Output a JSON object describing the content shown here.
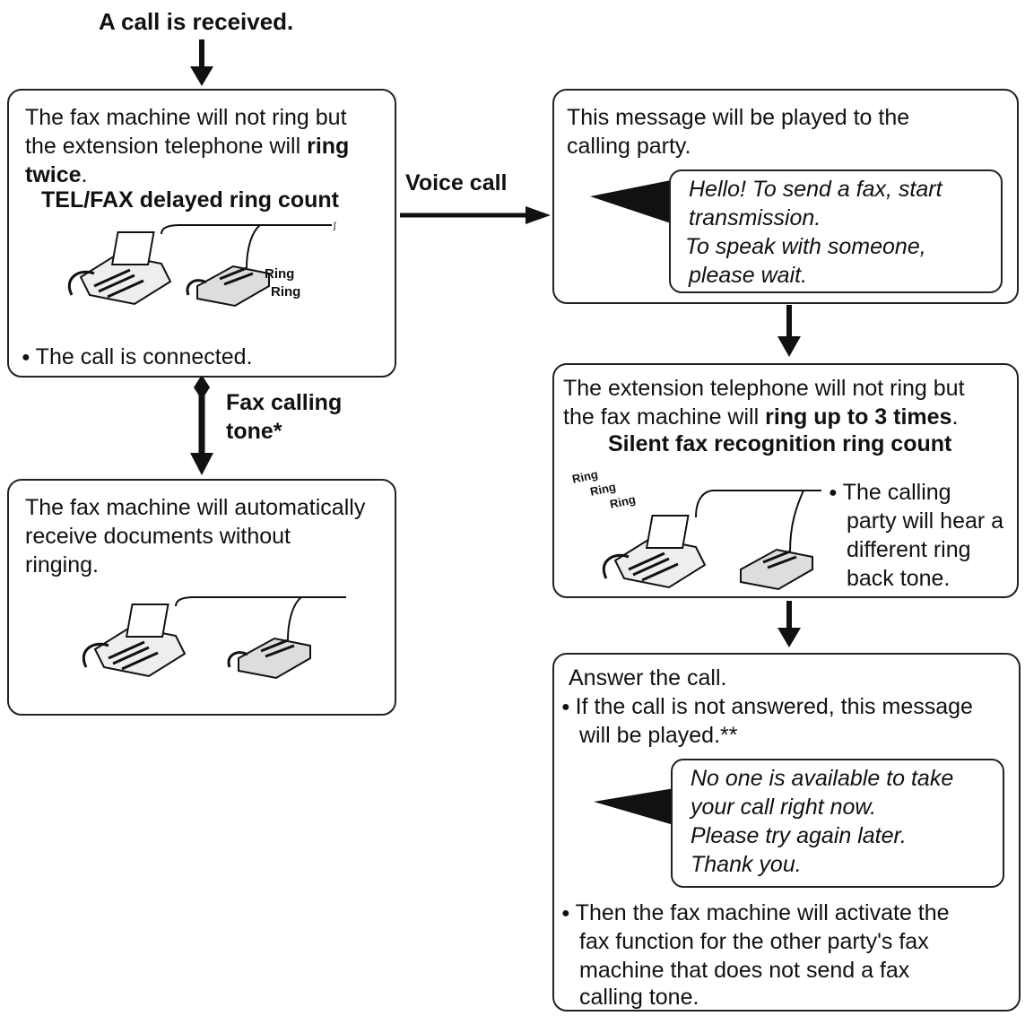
{
  "start_label": "A call is received.",
  "box1": {
    "line1": "The fax machine will not ring but",
    "line2a": "the extension telephone will ",
    "line2b": "ring",
    "line3a": "twice",
    "line3b": ".",
    "ring_count_label": "TEL/FAX delayed ring count",
    "ring_text_1": "Ring",
    "ring_text_2": "Ring",
    "bullet": "The call is connected."
  },
  "voice_call_label": "Voice call",
  "fax_tone_label_1": "Fax calling",
  "fax_tone_label_2": "tone*",
  "box2": {
    "line1": "The fax machine will automatically",
    "line2": "receive documents without",
    "line3": "ringing."
  },
  "box3": {
    "line1": "This message will be played to the",
    "line2": "calling party.",
    "msg1": "Hello! To send a fax, start",
    "msg2": "transmission.",
    "msg3": "To speak with someone,",
    "msg4": "please wait."
  },
  "box4": {
    "line1": "The extension telephone will not ring but",
    "line2a": "the fax machine will ",
    "line2b": "ring up to 3 times",
    "line2c": ".",
    "ring_count_label": "Silent fax recognition ring count",
    "ring_text_1": "Ring",
    "ring_text_2": "Ring",
    "ring_text_3": "Ring",
    "bullet1": "The calling",
    "bullet2": "party will hear a",
    "bullet3": "different ring",
    "bullet4": "back tone."
  },
  "box5": {
    "line1": "Answer the call.",
    "bullet1a": "If the call is not answered, this message",
    "bullet1b": "will be played.**",
    "msg1": "No one is available to take",
    "msg2": "your call right now.",
    "msg3": "Please try again later.",
    "msg4": "Thank you.",
    "bullet2a": "Then the fax machine will activate the",
    "bullet2b": "fax function for the other party's fax",
    "bullet2c": "machine that does not send a fax",
    "bullet2d": "calling tone."
  }
}
